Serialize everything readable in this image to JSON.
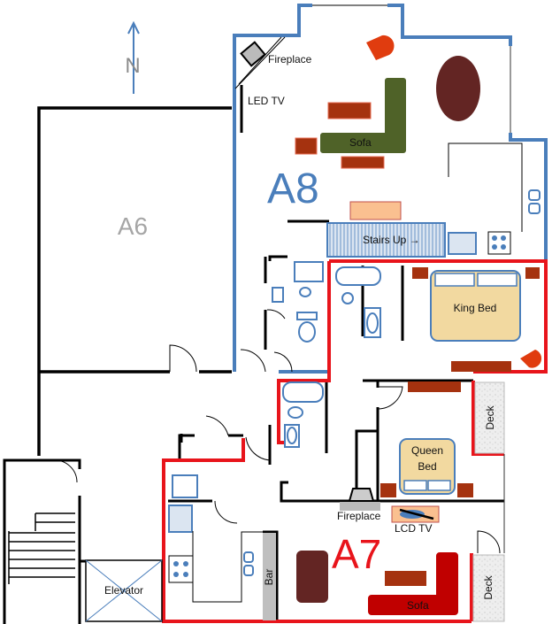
{
  "compass": {
    "label": "N"
  },
  "units": {
    "a6": {
      "label": "A6"
    },
    "a8": {
      "label": "A8"
    },
    "a7": {
      "label": "A7"
    }
  },
  "a8_rooms": {
    "fireplace": "Fireplace",
    "led_tv": "LED TV",
    "sofa": "Sofa",
    "stairs": "Stairs Up →",
    "king_bed": "King Bed"
  },
  "a7_rooms": {
    "queen_bed_line1": "Queen",
    "queen_bed_line2": "Bed",
    "deck_upper": "Deck",
    "deck_lower": "Deck",
    "fireplace": "Fireplace",
    "lcd_tv": "LCD TV",
    "sofa": "Sofa",
    "bar": "Bar"
  },
  "common": {
    "elevator": "Elevator"
  },
  "colors": {
    "a8_wall": "#4a7ebb",
    "a7_wall": "#e8141b",
    "wall": "#000000",
    "a6_label": "#a6a6a6",
    "rust": "#a5320f",
    "sofa_green": "#4f6228",
    "sofa_red": "#c00000",
    "table": "#632523",
    "bed": "#f2d9a0"
  }
}
